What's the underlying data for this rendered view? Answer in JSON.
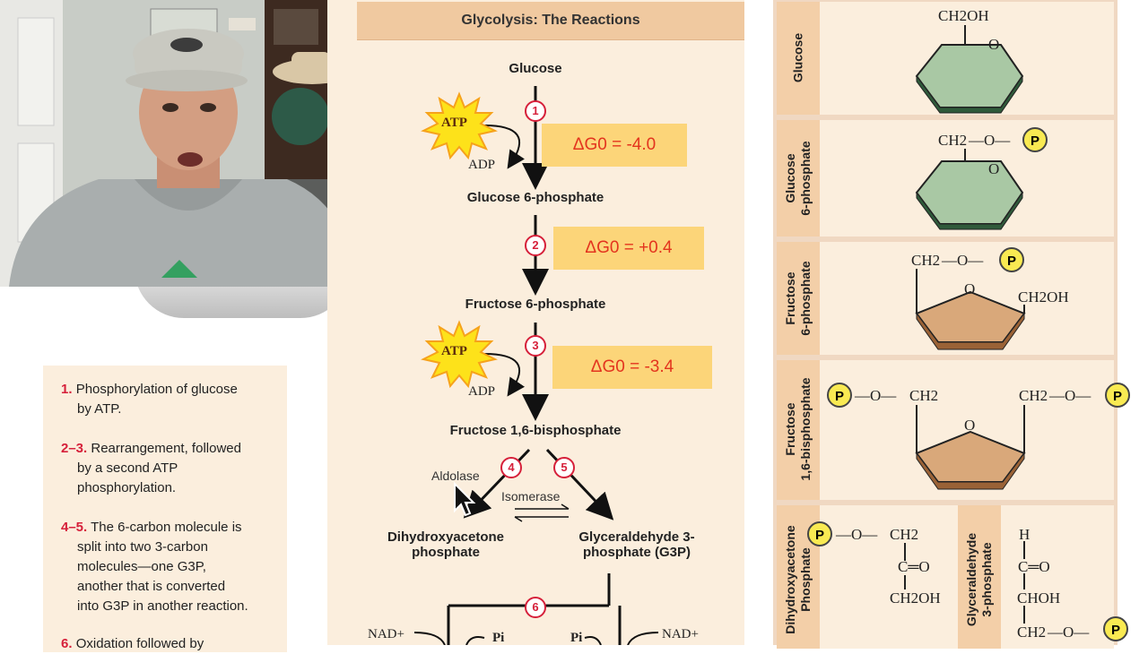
{
  "panel_title": "Glycolysis: The Reactions",
  "pathway": {
    "glucose": "Glucose",
    "g6p": "Glucose 6-phosphate",
    "f6p": "Fructose 6-phosphate",
    "f16bp": "Fructose 1,6-bisphosphate",
    "dhap_line1": "Dihydroxyacetone",
    "dhap_line2": "phosphate",
    "g3p_line1": "Glyceraldehyde 3-",
    "g3p_line2": "phosphate (G3P)",
    "atp": "ATP",
    "adp": "ADP",
    "aldolase": "Aldolase",
    "isomerase": "Isomerase",
    "nad": "NAD+",
    "pi": "Pi",
    "steps": [
      "1",
      "2",
      "3",
      "4",
      "5",
      "6"
    ],
    "delta_g": [
      "ΔG0 = -4.0",
      "ΔG0 = +0.4",
      "ΔG0 = -3.4"
    ]
  },
  "notes": [
    {
      "num": "1.",
      "text1": "Phosphorylation of glucose",
      "text2": "by ATP."
    },
    {
      "num": "2–3.",
      "text1": "Rearrangement, followed",
      "text2": "by a second ATP",
      "text3": "phosphorylation."
    },
    {
      "num": "4–5.",
      "text1": "The 6-carbon molecule is",
      "text2": "split into two 3-carbon",
      "text3": "molecules—one G3P,",
      "text4": "another that is converted",
      "text5": "into G3P in another reaction."
    },
    {
      "num": "6.",
      "text1": "Oxidation followed by"
    }
  ],
  "structures": {
    "row_labels": [
      [
        "Glucose"
      ],
      [
        "Glucose",
        "6-phosphate"
      ],
      [
        "Fructose",
        "6-phosphate"
      ],
      [
        "Fructose",
        "1,6-bisphosphate"
      ],
      [
        "Dihydroxyacetone",
        "Phosphate"
      ],
      [
        "Glyceraldehyde",
        "3-phosphate"
      ]
    ],
    "ch2oh": "CH2OH",
    "ch2": "CH2",
    "o": "O",
    "p": "P",
    "h": "H",
    "c_eq_o": "C═O",
    "chon": "CHOH",
    "dash_o": "—O—"
  }
}
